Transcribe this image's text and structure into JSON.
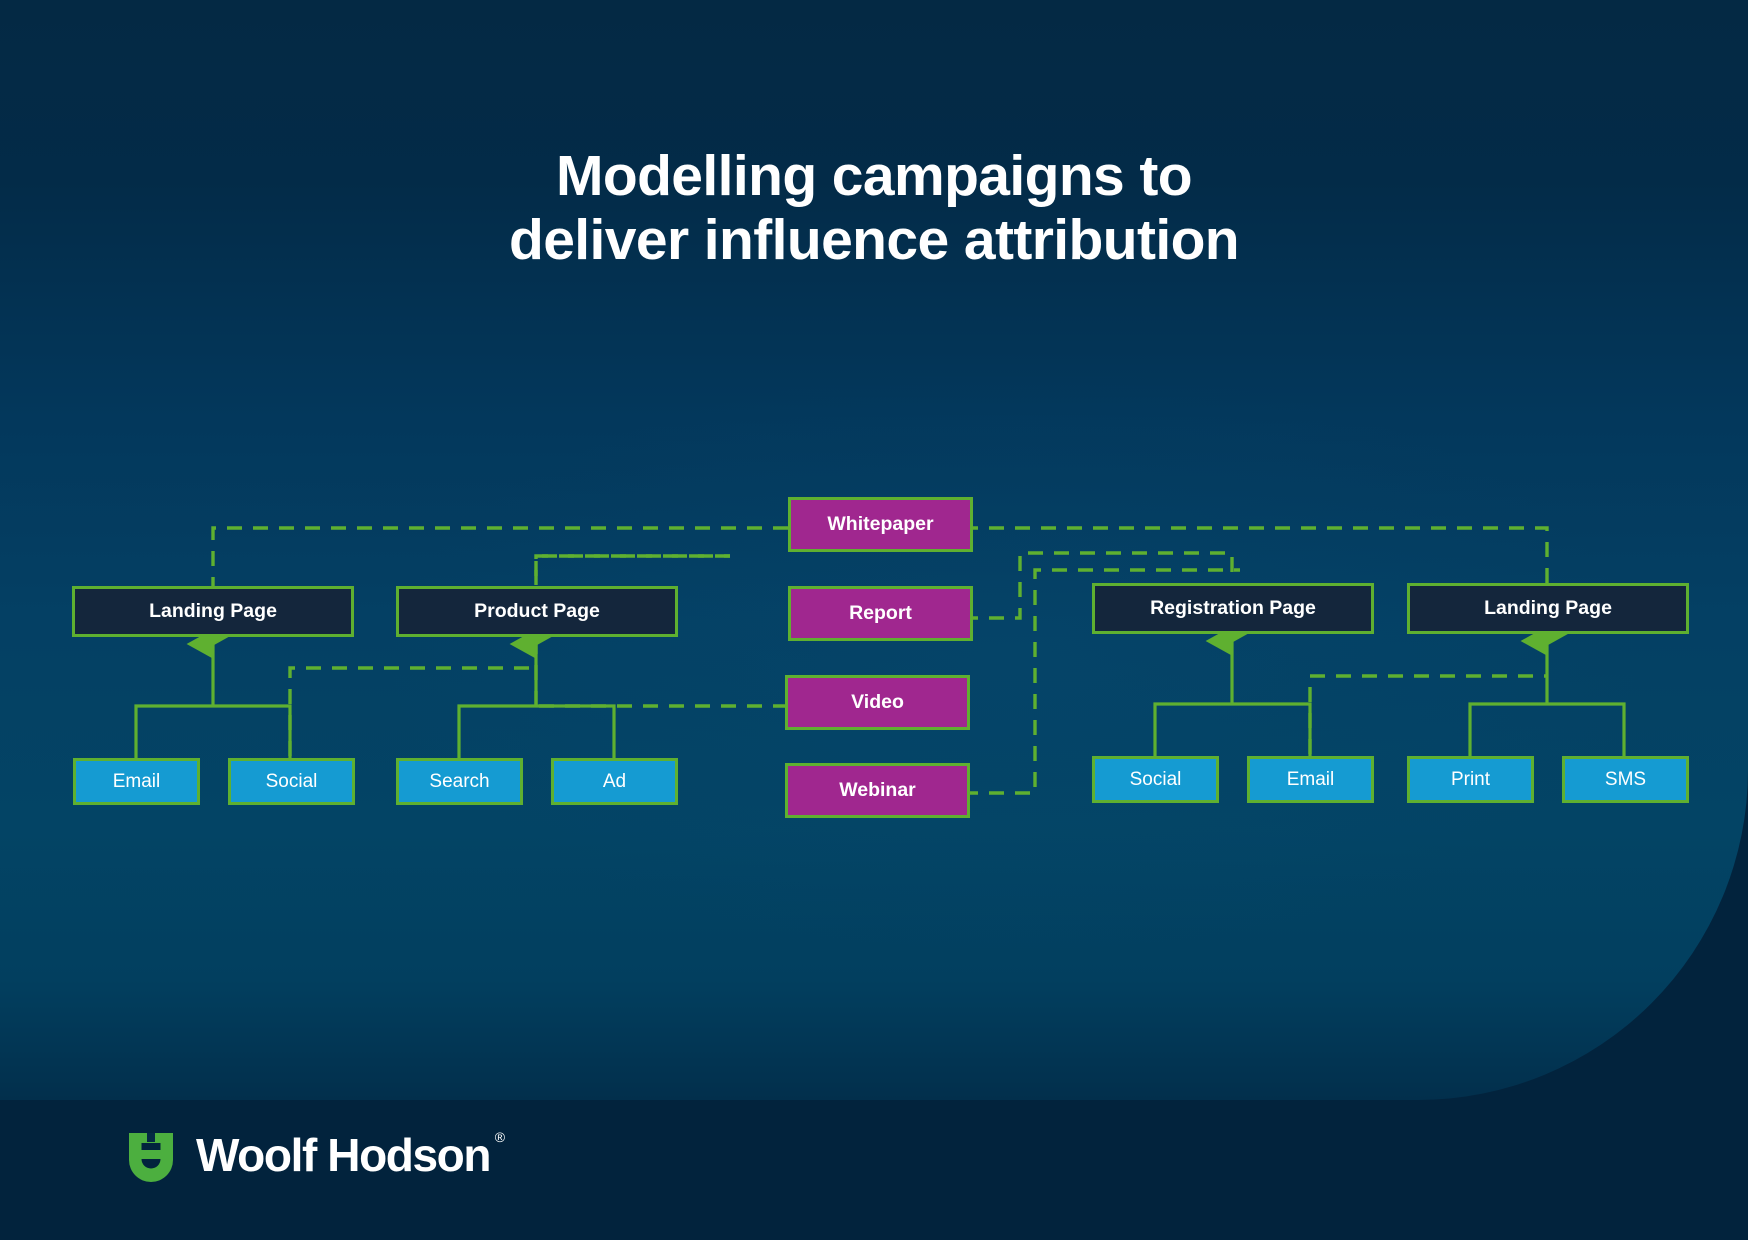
{
  "slide": {
    "title_line1": "Modelling campaigns to",
    "title_line2": "deliver influence attribution",
    "background_color": "#02233d",
    "panel_color": "#034465"
  },
  "colors": {
    "accent_green": "#5fb030",
    "page_box": "#14263c",
    "asset_box": "#a0278f",
    "channel_box": "#159bd2",
    "text": "#ffffff"
  },
  "diagram": {
    "type": "attribution-flow",
    "groups": [
      {
        "name": "landing-page-group",
        "parent": {
          "label": "Landing Page",
          "kind": "page"
        },
        "children": [
          {
            "label": "Email",
            "kind": "channel"
          },
          {
            "label": "Social",
            "kind": "channel"
          }
        ]
      },
      {
        "name": "product-page-group",
        "parent": {
          "label": "Product Page",
          "kind": "page"
        },
        "children": [
          {
            "label": "Search",
            "kind": "channel"
          },
          {
            "label": "Ad",
            "kind": "channel"
          }
        ]
      },
      {
        "name": "registration-page-group",
        "parent": {
          "label": "Registration Page",
          "kind": "page"
        },
        "children": [
          {
            "label": "Social",
            "kind": "channel"
          },
          {
            "label": "Email",
            "kind": "channel"
          }
        ]
      },
      {
        "name": "landing-page-group-2",
        "parent": {
          "label": "Landing Page",
          "kind": "page"
        },
        "children": [
          {
            "label": "Print",
            "kind": "channel"
          },
          {
            "label": "SMS",
            "kind": "channel"
          }
        ]
      }
    ],
    "assets": [
      {
        "label": "Whitepaper",
        "kind": "asset"
      },
      {
        "label": "Report",
        "kind": "asset"
      },
      {
        "label": "Video",
        "kind": "asset"
      },
      {
        "label": "Webinar",
        "kind": "asset"
      }
    ]
  },
  "footer": {
    "brand_name": "Woolf Hodson",
    "registered_mark": "®",
    "logo_icon": "woolf-hodson-monogram"
  }
}
